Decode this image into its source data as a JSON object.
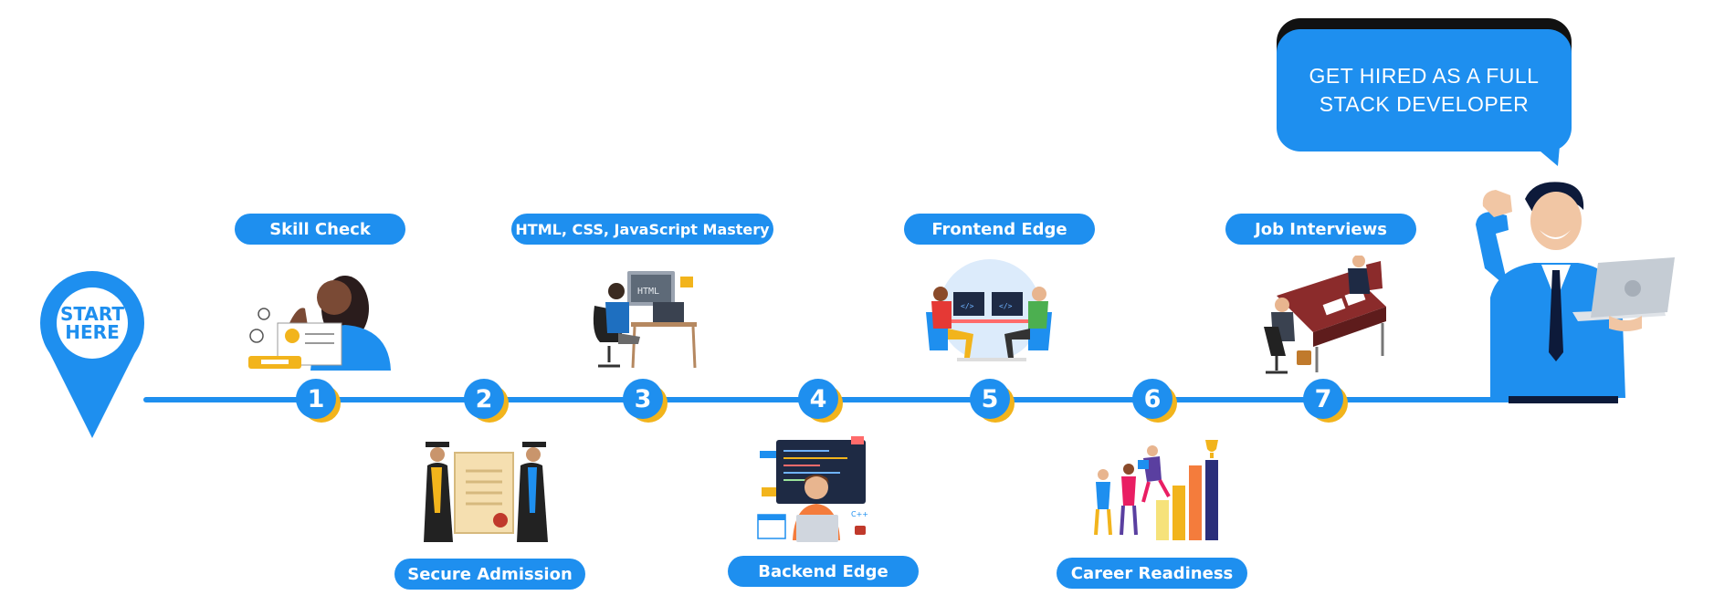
{
  "start_pin": {
    "line1": "START",
    "line2": "HERE"
  },
  "goal_bubble": {
    "line1": "GET HIRED AS A FULL",
    "line2": "STACK DEVELOPER"
  },
  "steps": [
    {
      "number": "1",
      "label": "Skill Check",
      "position": "top",
      "illustration": "woman-with-certificate-icon"
    },
    {
      "number": "2",
      "label": "Secure Admission",
      "position": "bottom",
      "illustration": "graduates-with-diploma-icon"
    },
    {
      "number": "3",
      "label": "HTML, CSS, JavaScript Mastery",
      "position": "top",
      "illustration": "coder-at-desk-icon",
      "code_label": "HTML"
    },
    {
      "number": "4",
      "label": "Backend Edge",
      "position": "bottom",
      "illustration": "developer-with-code-screens-icon",
      "code_label": "C++"
    },
    {
      "number": "5",
      "label": "Frontend Edge",
      "position": "top",
      "illustration": "pair-programming-icon"
    },
    {
      "number": "6",
      "label": "Career Readiness",
      "position": "bottom",
      "illustration": "team-climbing-bar-chart-icon"
    },
    {
      "number": "7",
      "label": "Job Interviews",
      "position": "top",
      "illustration": "interview-at-desk-icon"
    }
  ],
  "final_figure": "celebrating-developer-with-laptop-icon",
  "colors": {
    "primary": "#1e8fef",
    "accent": "#f2b41c",
    "white": "#ffffff"
  }
}
